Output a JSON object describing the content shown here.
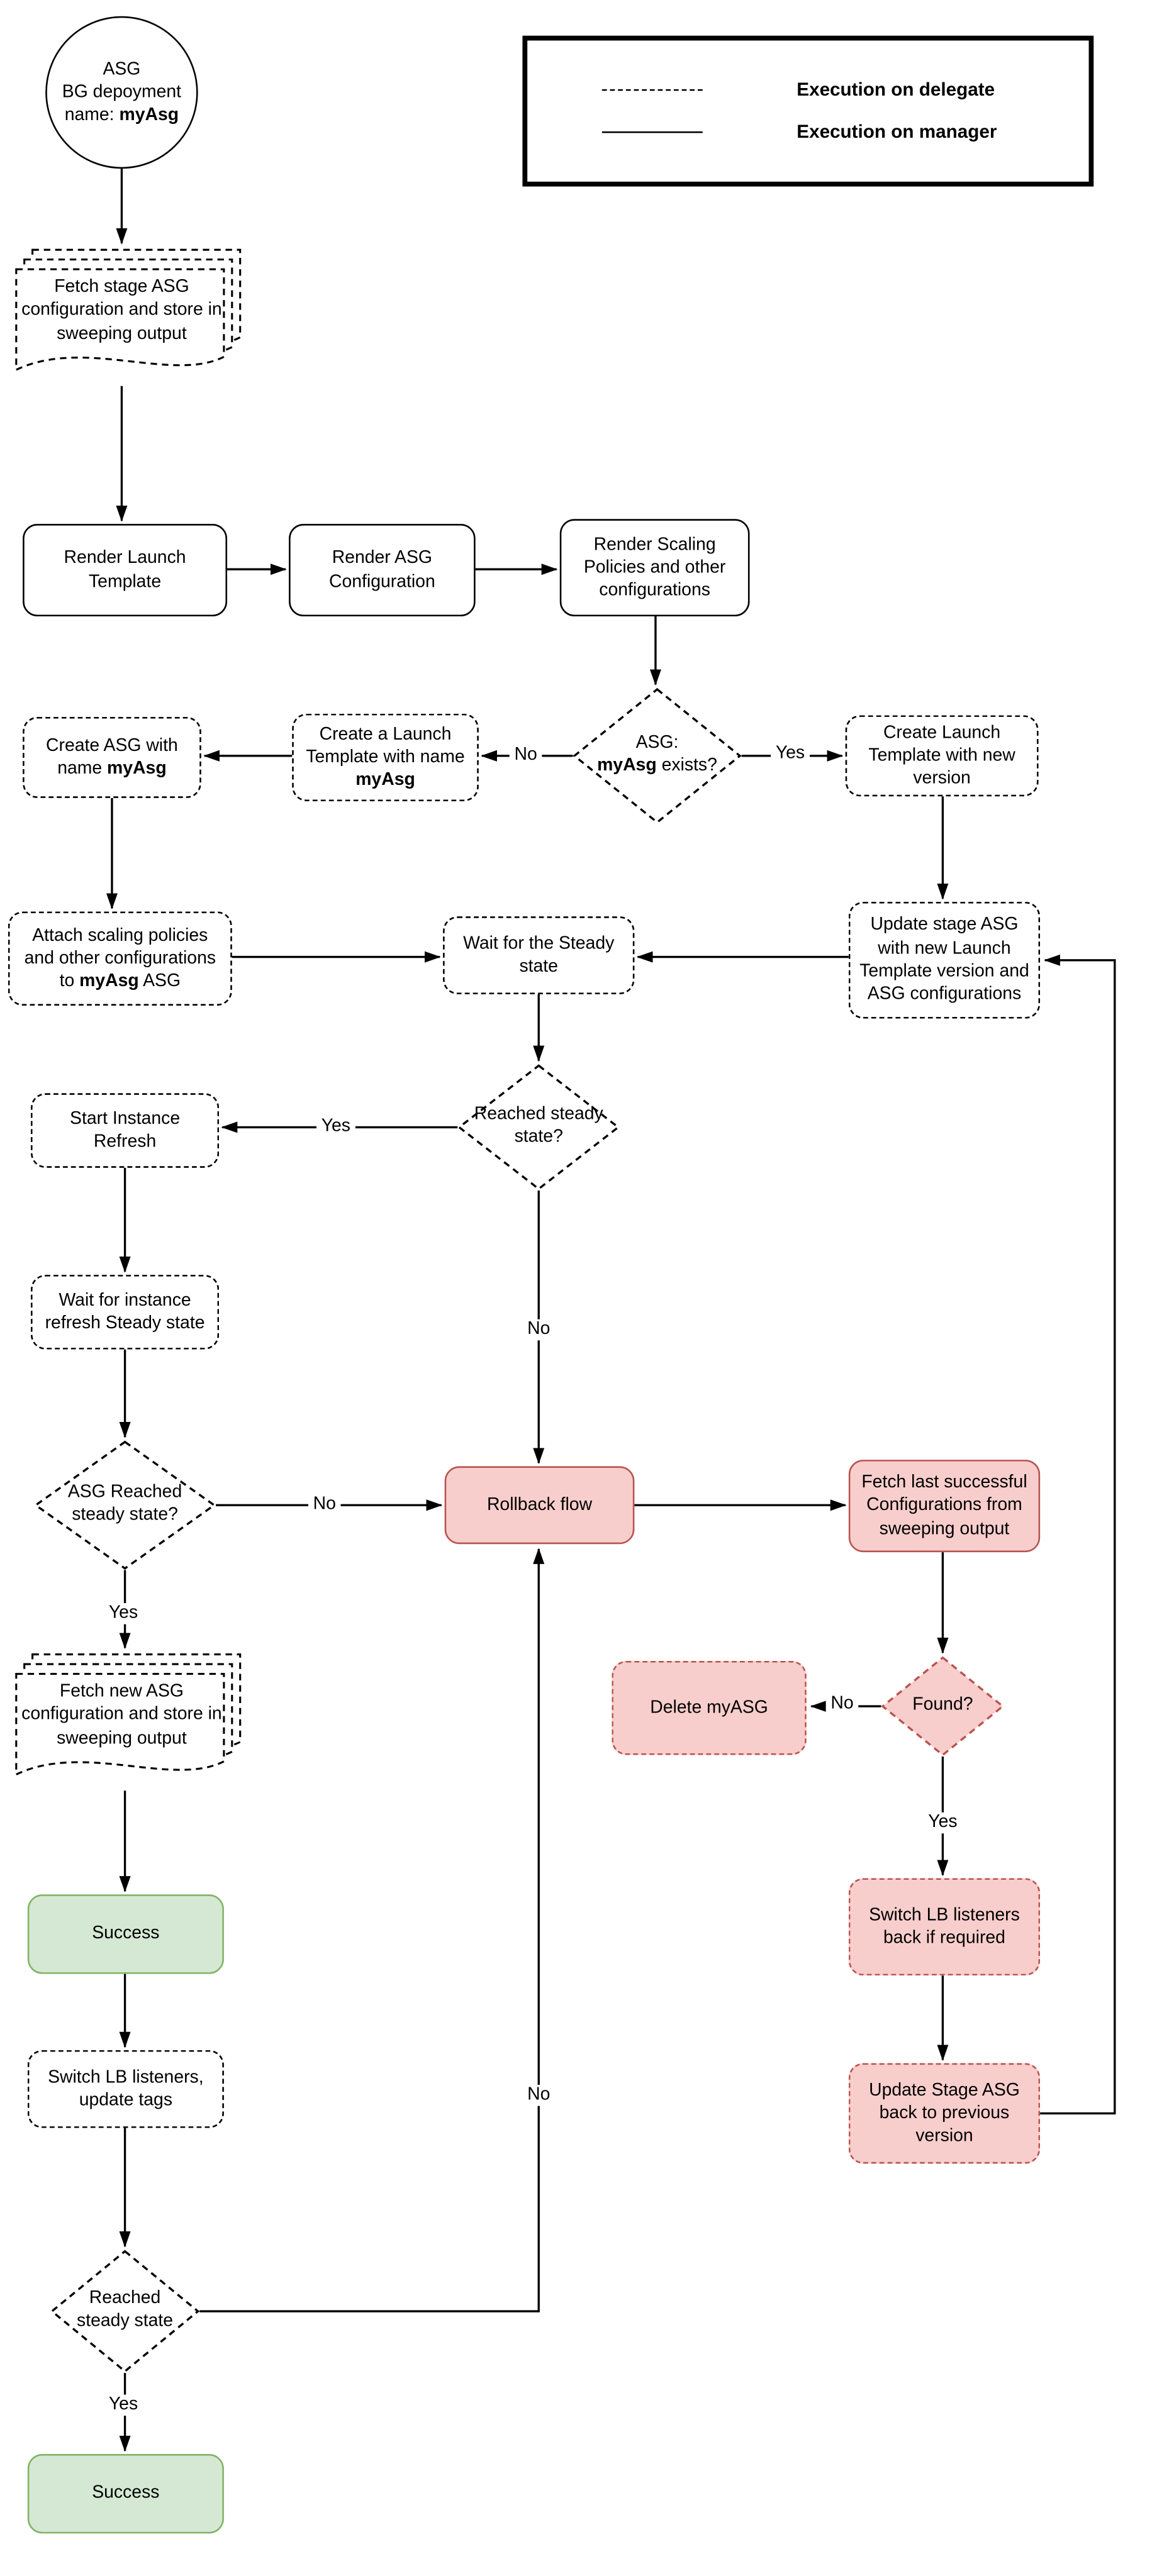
{
  "legend": {
    "delegate": "Execution on delegate",
    "manager": "Execution on manager"
  },
  "labels": {
    "yes": "Yes",
    "no": "No"
  },
  "colors": {
    "pink_fill": "#f8cecc",
    "pink_border": "#b85450",
    "green_fill": "#d5e8d4",
    "green_border": "#82b366",
    "line": "#000000"
  },
  "nodes": {
    "start": {
      "line1": "ASG",
      "line2": "BG depoyment",
      "line3_prefix": "name: ",
      "line3_bold": "myAsg"
    },
    "fetch_stage": {
      "text": "Fetch stage ASG configuration and store in sweeping output"
    },
    "render_launch": {
      "text": "Render Launch Template"
    },
    "render_asg": {
      "text": "Render ASG Configuration"
    },
    "render_scaling": {
      "text": "Render Scaling Policies and other configurations"
    },
    "asg_exists": {
      "line1": "ASG:",
      "bold": "myAsg",
      "suffix": " exists?"
    },
    "create_lt_new": {
      "text": "Create Launch Template with new version"
    },
    "create_lt": {
      "prefix": "Create a Launch Template with name ",
      "bold": "myAsg"
    },
    "create_asg": {
      "prefix": "Create ASG with name ",
      "bold": "myAsg"
    },
    "attach": {
      "prefix": "Attach scaling policies and other configurations to ",
      "bold": "myAsg",
      "suffix": " ASG"
    },
    "wait_steady": {
      "text": "Wait for the Steady state"
    },
    "update_stage": {
      "text": "Update stage ASG with new Launch Template version and ASG configurations"
    },
    "reached_steady": {
      "text": "Reached steady state?"
    },
    "start_refresh": {
      "text": "Start Instance Refresh"
    },
    "wait_refresh": {
      "text": "Wait for instance refresh Steady state"
    },
    "asg_reached": {
      "text": "ASG Reached steady state?"
    },
    "rollback": {
      "text": "Rollback flow"
    },
    "fetch_last": {
      "text": "Fetch last successful Configurations from sweeping output"
    },
    "found": {
      "text": "Found?"
    },
    "delete_myasg": {
      "text": "Delete myASG"
    },
    "switch_lb_back": {
      "text": "Switch LB listeners back if required"
    },
    "update_back": {
      "text": "Update Stage ASG back to previous version"
    },
    "fetch_new": {
      "text": "Fetch new ASG configuration and store in sweeping output"
    },
    "success1": {
      "text": "Success"
    },
    "switch_lb": {
      "text": "Switch LB listeners, update tags"
    },
    "reached_steady2": {
      "text": "Reached steady state"
    },
    "success2": {
      "text": "Success"
    }
  }
}
